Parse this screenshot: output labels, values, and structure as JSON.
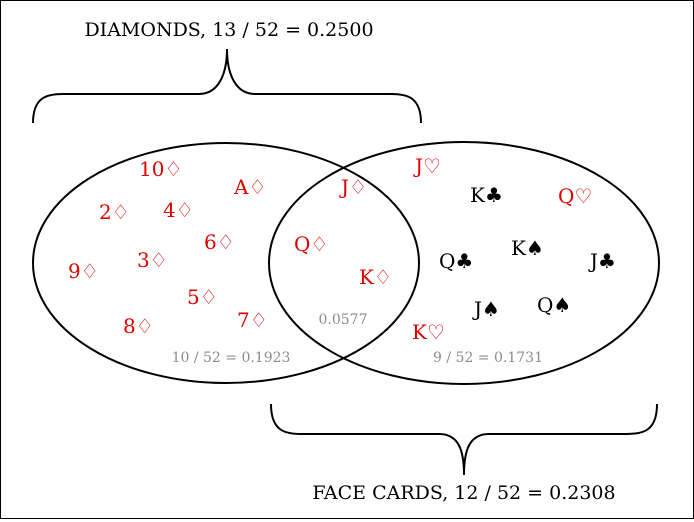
{
  "diamonds_label": "DIAMONDS, 13 / 52 = 0.2500",
  "face_cards_label": "FACE CARDS, 12 / 52 = 0.2308",
  "diamonds_only_prob": "10 / 52 = 0.1923",
  "face_only_prob": "9 / 52 = 0.1731",
  "intersection_prob": "0.0577",
  "colors": {
    "red": "#e00000",
    "black": "#000000",
    "gray": "#8c8c8c"
  },
  "cards": {
    "d10": "10♢",
    "da": "A♢",
    "d2": "2♢",
    "d4": "4♢",
    "d6": "6♢",
    "d9": "9♢",
    "d3": "3♢",
    "d5": "5♢",
    "d8": "8♢",
    "d7": "7♢",
    "jd": "J♢",
    "qd": "Q♢",
    "kd": "K♢",
    "jh": "J♡",
    "kc": "K♣",
    "qh": "Q♡",
    "qc": "Q♣",
    "ks": "K♠",
    "jc": "J♣",
    "js": "J♠",
    "qs": "Q♠",
    "kh": "K♡"
  }
}
